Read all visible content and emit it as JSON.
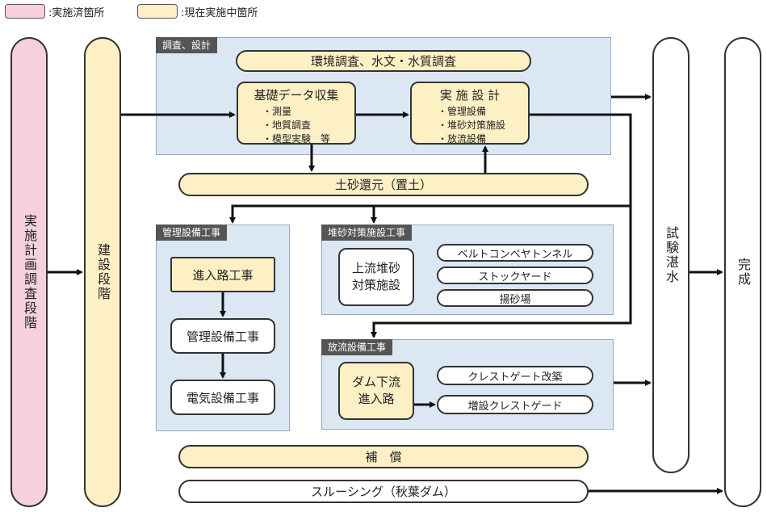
{
  "legend": {
    "done": ":実施済箇所",
    "current": ":現在実施中箇所",
    "done_color": "#f6d0dd",
    "current_color": "#fdf0c4"
  },
  "stages": {
    "plan": "実施計画調査段階",
    "build": "建設段階",
    "test": "試験湛水",
    "complete": "完成"
  },
  "survey": {
    "tab": "調査、設計",
    "env": "環境調査、水文・水質調査",
    "basic_title": "基礎データ収集",
    "basic_items": [
      "・測量",
      "・地質調査",
      "・模型実験　等"
    ],
    "design_title": "実 施 設 計",
    "design_items": [
      "・管理設備",
      "・堆砂対策施設",
      "・放流設備"
    ]
  },
  "soil_return": "土砂還元（置土）",
  "mgmt": {
    "tab": "管理設備工事",
    "road": "進入路工事",
    "facility": "管理設備工事",
    "electric": "電気設備工事"
  },
  "sediment": {
    "tab": "堆砂対策施設工事",
    "upstream": "上流堆砂\n対策施設",
    "items": [
      "ベルトコンベヤトンネル",
      "ストックヤード",
      "揚砂場"
    ]
  },
  "discharge": {
    "tab": "放流設備工事",
    "road": "ダム下流\n進入路",
    "items": [
      "クレストゲート改築",
      "増設クレストゲード"
    ]
  },
  "compensation": "補　償",
  "sluicing": "スルーシング（秋葉ダム）"
}
